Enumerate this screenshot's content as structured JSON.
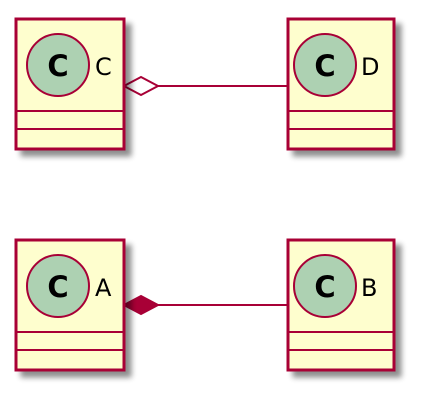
{
  "diagram": {
    "classes": {
      "c": {
        "stereotype_letter": "C",
        "name": "C"
      },
      "d": {
        "stereotype_letter": "C",
        "name": "D"
      },
      "a": {
        "stereotype_letter": "C",
        "name": "A"
      },
      "b": {
        "stereotype_letter": "C",
        "name": "B"
      }
    },
    "relations": [
      {
        "from": "C",
        "to": "D",
        "type": "aggregation"
      },
      {
        "from": "A",
        "to": "B",
        "type": "composition"
      }
    ],
    "colors": {
      "class_fill": "#FEFECE",
      "border": "#A80036",
      "stereotype_circle": "#ADD1B2"
    }
  }
}
